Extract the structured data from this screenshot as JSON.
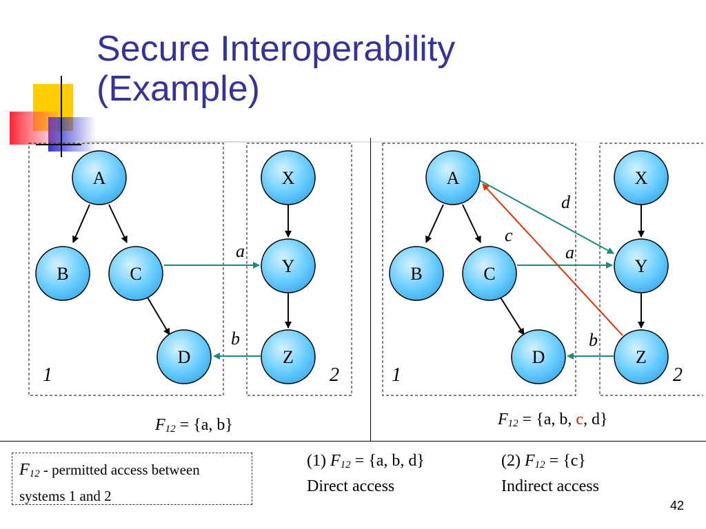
{
  "slide": {
    "title_line1": "Secure Interoperability",
    "title_line2": "(Example)",
    "page_number": "42"
  },
  "colors": {
    "title": "#333399",
    "node_fill": "#66ccff",
    "edge_inter": "#1a8a80",
    "edge_indirect": "#dd3300",
    "edge_internal": "#000000"
  },
  "diagram_left": {
    "nodes": [
      "A",
      "B",
      "C",
      "D",
      "X",
      "Y",
      "Z"
    ],
    "edge_labels": {
      "a": "a",
      "b": "b"
    },
    "system_labels": {
      "one": "1",
      "two": "2"
    },
    "caption": {
      "f": "F",
      "sub": "12",
      "set": " = {a, b}"
    }
  },
  "diagram_right": {
    "nodes": [
      "A",
      "B",
      "C",
      "D",
      "X",
      "Y",
      "Z"
    ],
    "edge_labels": {
      "a": "a",
      "b": "b",
      "c": "c",
      "d": "d"
    },
    "system_labels": {
      "one": "1",
      "two": "2"
    },
    "caption": {
      "f": "F",
      "sub": "12",
      "pre": " = {a, b, ",
      "c": "c",
      "post": ", d}"
    }
  },
  "legend": {
    "f": "F",
    "sub": "12",
    "text": " - permitted access between systems 1 and 2"
  },
  "bottom": {
    "direct": {
      "num": "(1) ",
      "f": "F",
      "sub": "12",
      "set": " = {a, b, d}",
      "label": "Direct access"
    },
    "indirect": {
      "num": "(2) ",
      "f": "F",
      "sub": "12",
      "set": " = {c}",
      "label": "Indirect access"
    }
  }
}
